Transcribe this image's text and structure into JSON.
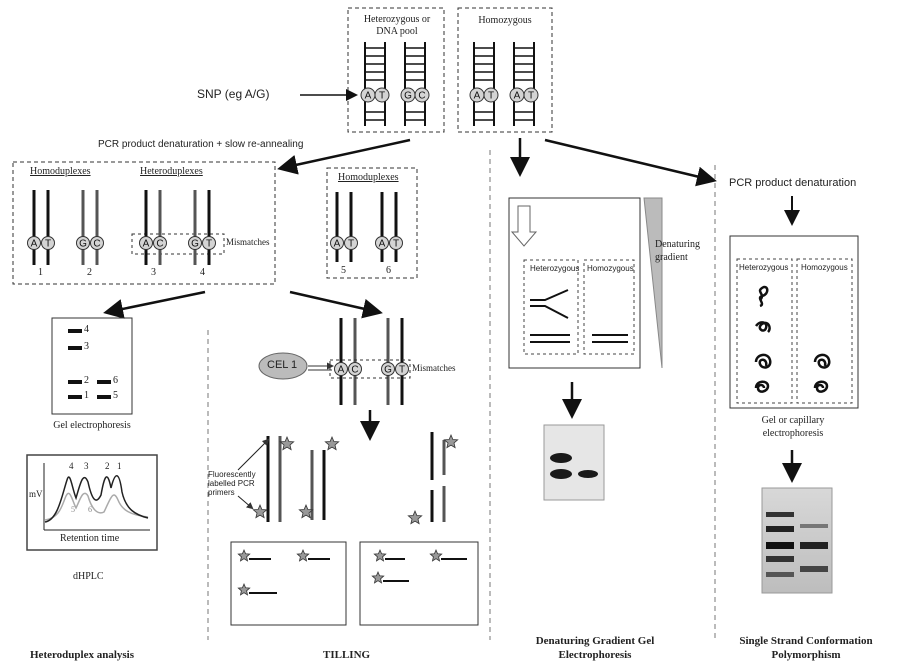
{
  "top": {
    "box1_title": "Heterozygous or DNA pool",
    "box2_title": "Homozygous",
    "snp_label": "SNP (eg A/G)",
    "pcr_reanneal": "PCR product denaturation + slow re-annealing"
  },
  "hetero": {
    "homoduplexes": "Homoduplexes",
    "heteroduplexes": "Heteroduplexes",
    "mismatches": "Mismatches",
    "lane_numbers": [
      "1",
      "2",
      "3",
      "4"
    ],
    "right_title": "Homoduplexes",
    "right_lanes": [
      "5",
      "6"
    ],
    "gel_bands": [
      "4",
      "3",
      "2",
      "6",
      "1",
      "5"
    ],
    "gel_caption": "Gel electrophoresis",
    "chrom_ylabel": "mV",
    "chrom_xlabel": "Retention time",
    "chrom_peaks": [
      "4",
      "3",
      "2",
      "1"
    ],
    "chrom_sub": [
      "5",
      "6"
    ],
    "dhplc": "dHPLC",
    "section_title": "Heteroduplex analysis"
  },
  "tilling": {
    "cel1": "CEL 1",
    "mismatches": "Mismatches",
    "primers_label": "Fluorescently labelled PCR primers",
    "section_title": "TILLING"
  },
  "dgge": {
    "gradient_label": "Denaturing gradient",
    "lane_heterozygous": "Heterozygous",
    "lane_homozygous": "Homozygous",
    "section_title": "Denaturing Gradient Gel Electrophoresis"
  },
  "sscp": {
    "pcr_denaturation": "PCR product denaturation",
    "lane_heterozygous": "Heterozygous",
    "lane_homozygous": "Homozygous",
    "caption": "Gel or capillary electrophoresis",
    "section_title": "Single Strand Conformation Polymorphism"
  },
  "bases": {
    "a": "A",
    "t": "T",
    "g": "G",
    "c": "C"
  }
}
